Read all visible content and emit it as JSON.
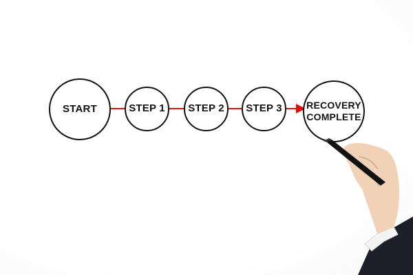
{
  "diagram": {
    "nodes": [
      {
        "id": "start",
        "label": "START"
      },
      {
        "id": "step-1",
        "label": "STEP 1"
      },
      {
        "id": "step-2",
        "label": "STEP 2"
      },
      {
        "id": "step-3",
        "label": "STEP 3"
      },
      {
        "id": "recovery-complete",
        "label": "RECOVERY\nCOMPLETE"
      }
    ],
    "edges": [
      {
        "from": "start",
        "to": "step-1",
        "arrow": false
      },
      {
        "from": "step-1",
        "to": "step-2",
        "arrow": false
      },
      {
        "from": "step-2",
        "to": "step-3",
        "arrow": false
      },
      {
        "from": "step-3",
        "to": "recovery-complete",
        "arrow": true
      }
    ],
    "colors": {
      "connector": "#e01010",
      "node_border": "#111111",
      "node_text": "#111111",
      "background": "#ffffff"
    }
  },
  "illustration": {
    "hand": "hand-holding-marker",
    "marker_color": "#111111",
    "sleeve_color": "#1c1f2a",
    "cuff_color": "#ffffff",
    "skin_color": "#f1d2b6"
  }
}
